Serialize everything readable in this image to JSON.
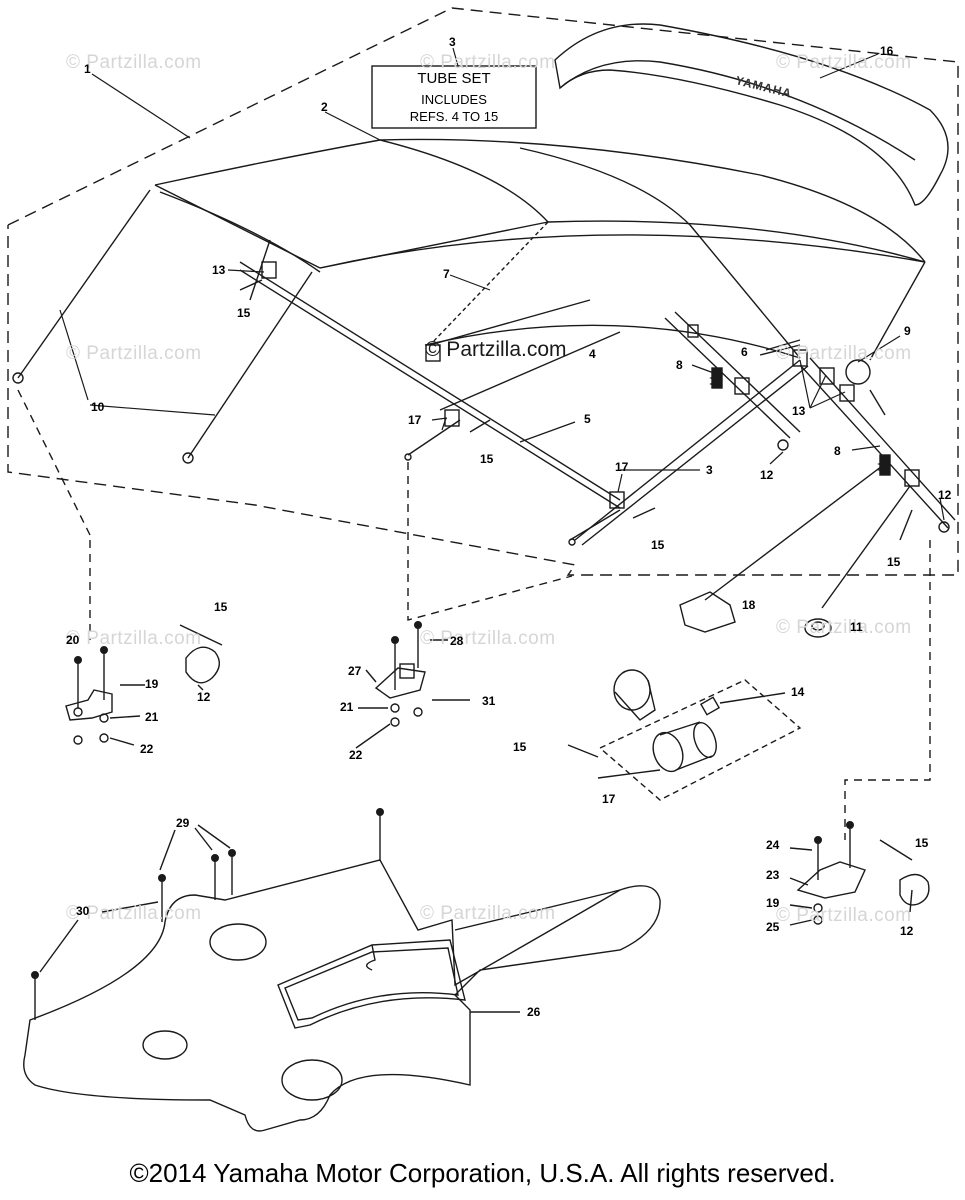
{
  "watermark_text": "© Partzilla.com",
  "center_watermark": "© Partzilla.com",
  "tube_set_box": {
    "line1": "TUBE SET",
    "line2": "INCLUDES",
    "line3": "REFS. 4 TO 15"
  },
  "brand_text": "YAMAHA",
  "copyright": "©2014  Yamaha Motor Corporation, U.S.A. All rights reserved.",
  "callouts": {
    "c1": "1",
    "c2": "2",
    "c3": "3",
    "c3b": "3",
    "c4": "4",
    "c5": "5",
    "c6": "6",
    "c7": "7",
    "c8a": "8",
    "c8b": "8",
    "c9": "9",
    "c10": "10",
    "c11": "11",
    "c12a": "12",
    "c12b": "12",
    "c12c": "12",
    "c12d": "12",
    "c13a": "13",
    "c13b": "13",
    "c14": "14",
    "c15a": "15",
    "c15b": "15",
    "c15c": "15",
    "c15d": "15",
    "c15e": "15",
    "c15f": "15",
    "c15g": "15",
    "c16": "16",
    "c17a": "17",
    "c17b": "17",
    "c17c": "17",
    "c18": "18",
    "c19a": "19",
    "c19b": "19",
    "c20": "20",
    "c21a": "21",
    "c21b": "21",
    "c22a": "22",
    "c22b": "22",
    "c23": "23",
    "c24": "24",
    "c25": "25",
    "c26": "26",
    "c27": "27",
    "c28": "28",
    "c29": "29",
    "c30": "30",
    "c31": "31"
  },
  "colors": {
    "line": "#1a1a1a",
    "watermark": "#d6d6d6"
  }
}
